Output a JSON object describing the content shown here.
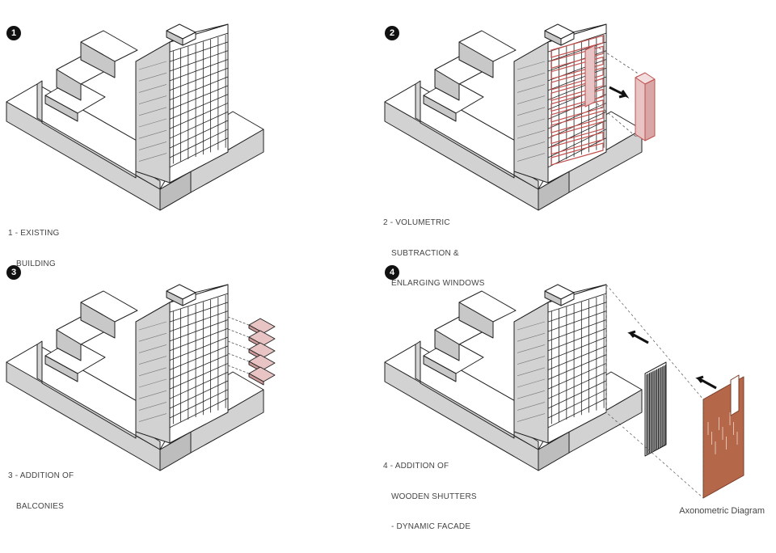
{
  "steps": [
    {
      "number": "1",
      "caption": [
        "1 - EXISTING",
        "BUILDING"
      ]
    },
    {
      "number": "2",
      "caption": [
        "2 - VOLUMETRIC",
        "SUBTRACTION &",
        "ENLARGING WINDOWS"
      ]
    },
    {
      "number": "3",
      "caption": [
        "3 - ADDITION OF",
        "BALCONIES"
      ]
    },
    {
      "number": "4",
      "caption": [
        "4 - ADDITION OF",
        "WOODEN SHUTTERS",
        "- DYNAMIC FACADE"
      ]
    }
  ],
  "footer": {
    "label": "Axonometric Diagram"
  },
  "colors": {
    "side_face": "#d2d2d2",
    "top_face": "#ffffff",
    "outline": "#222222",
    "highlight_red": "#c0504d",
    "balcony_pink": "#e8c4c4",
    "wood_shutter": "#b5674a"
  }
}
